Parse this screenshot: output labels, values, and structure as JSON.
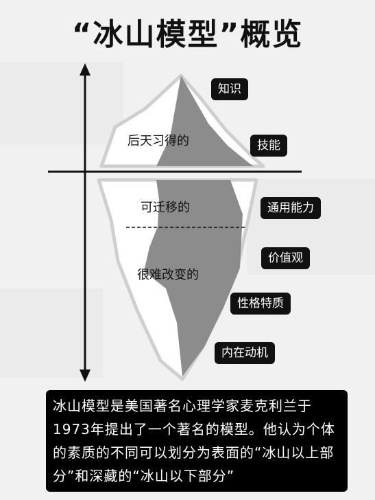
{
  "title": "“冰山模型”概览",
  "stages": {
    "above": "后天习得的",
    "middle": "可迁移的",
    "below": "很难改变的"
  },
  "badges": [
    "知识",
    "技能",
    "通用能力",
    "价值观",
    "性格特质",
    "内在动机"
  ],
  "description": "冰山模型是美国著名心理学家麦克利兰于1973年提出了一个著名的模型。他认为个体的素质的不同可以划分为表面的“冰山以上部分”和深藏的“冰山以下部分”",
  "colors": {
    "iceberg_fill": "#ffffff",
    "iceberg_outline": "#d0d0d0",
    "core_fill": "#8c8c8c",
    "badge_bg": "#111111"
  }
}
